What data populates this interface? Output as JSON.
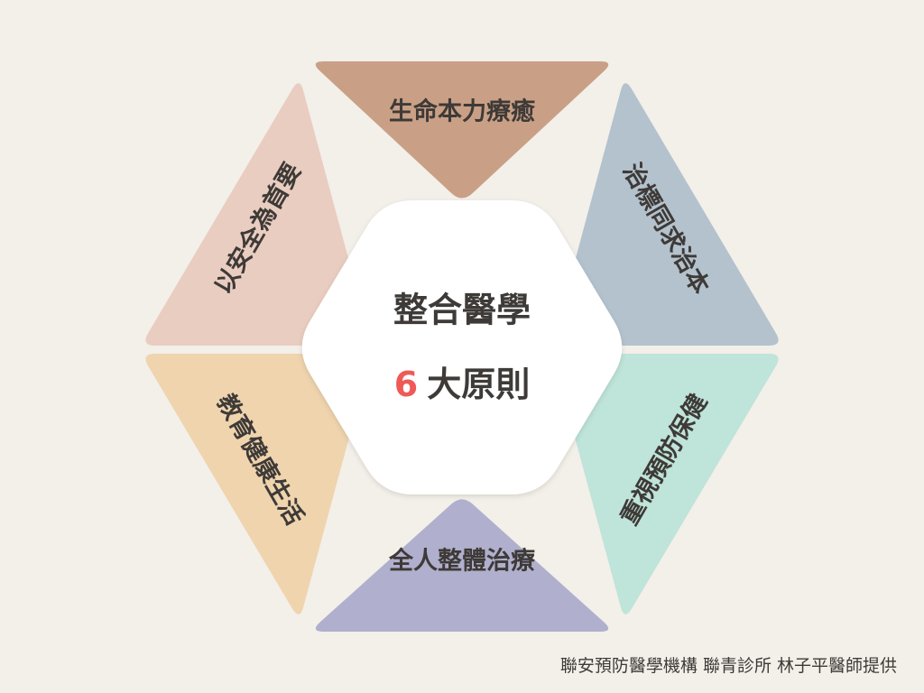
{
  "center": {
    "title": "整合醫學",
    "number": "6",
    "subtitle": "大原則"
  },
  "principles": [
    {
      "id": "top",
      "label": "生命本力療癒",
      "color": "#c9a086"
    },
    {
      "id": "upper-right",
      "label": "治標同求治本",
      "color": "#b3c2cd"
    },
    {
      "id": "lower-right",
      "label": "重視預防保健",
      "color": "#bfe4da"
    },
    {
      "id": "bottom",
      "label": "全人整體治療",
      "color": "#b0afcd"
    },
    {
      "id": "lower-left",
      "label": "教育健康生活",
      "color": "#efd4ae"
    },
    {
      "id": "upper-left",
      "label": "以安全為首要",
      "color": "#e9cdc1"
    }
  ],
  "credit": "聯安預防醫學機構 聯青診所 林子平醫師提供",
  "colors": {
    "background": "#f3efe9",
    "center_fill": "#ffffff",
    "text": "#3e3a37",
    "accent": "#ef5a57"
  }
}
